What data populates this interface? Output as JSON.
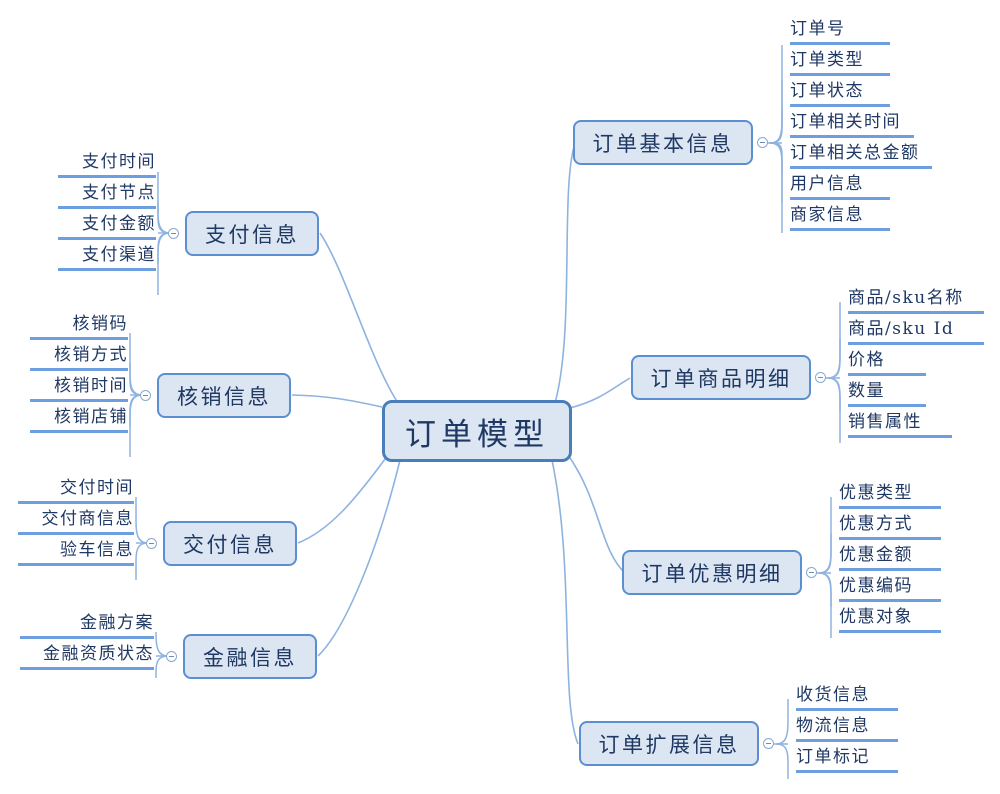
{
  "diagram": {
    "title": "订单模型",
    "type": "mindmap",
    "colors": {
      "node_fill": "#dce6f2",
      "node_border": "#5b8fd0",
      "root_border": "#4a7ebb",
      "text": "#1f3864",
      "leaf_underline": "#6d9ee0",
      "connector": "#8fb3e0",
      "background": "#ffffff"
    }
  },
  "root": {
    "label": "订单模型"
  },
  "branches": [
    {
      "id": "payment-info",
      "label": "支付信息",
      "side": "left",
      "children": [
        {
          "label": "支付时间"
        },
        {
          "label": "支付节点"
        },
        {
          "label": "支付金额"
        },
        {
          "label": "支付渠道"
        }
      ]
    },
    {
      "id": "verification-info",
      "label": "核销信息",
      "side": "left",
      "children": [
        {
          "label": "核销码"
        },
        {
          "label": "核销方式"
        },
        {
          "label": "核销时间"
        },
        {
          "label": "核销店铺"
        }
      ]
    },
    {
      "id": "delivery-info",
      "label": "交付信息",
      "side": "left",
      "children": [
        {
          "label": "交付时间"
        },
        {
          "label": "交付商信息"
        },
        {
          "label": "验车信息"
        }
      ]
    },
    {
      "id": "finance-info",
      "label": "金融信息",
      "side": "left",
      "children": [
        {
          "label": "金融方案"
        },
        {
          "label": "金融资质状态"
        }
      ]
    },
    {
      "id": "order-basic-info",
      "label": "订单基本信息",
      "side": "right",
      "children": [
        {
          "label": "订单号"
        },
        {
          "label": "订单类型"
        },
        {
          "label": "订单状态"
        },
        {
          "label": "订单相关时间"
        },
        {
          "label": "订单相关总金额"
        },
        {
          "label": "用户信息"
        },
        {
          "label": "商家信息"
        }
      ]
    },
    {
      "id": "order-item-detail",
      "label": "订单商品明细",
      "side": "right",
      "children": [
        {
          "label": "商品/sku名称"
        },
        {
          "label": "商品/sku Id"
        },
        {
          "label": "价格"
        },
        {
          "label": "数量"
        },
        {
          "label": "销售属性"
        }
      ]
    },
    {
      "id": "order-promotion-detail",
      "label": "订单优惠明细",
      "side": "right",
      "children": [
        {
          "label": "优惠类型"
        },
        {
          "label": "优惠方式"
        },
        {
          "label": "优惠金额"
        },
        {
          "label": "优惠编码"
        },
        {
          "label": "优惠对象"
        }
      ]
    },
    {
      "id": "order-extension-info",
      "label": "订单扩展信息",
      "side": "right",
      "children": [
        {
          "label": "收货信息"
        },
        {
          "label": "物流信息"
        },
        {
          "label": "订单标记"
        }
      ]
    }
  ]
}
